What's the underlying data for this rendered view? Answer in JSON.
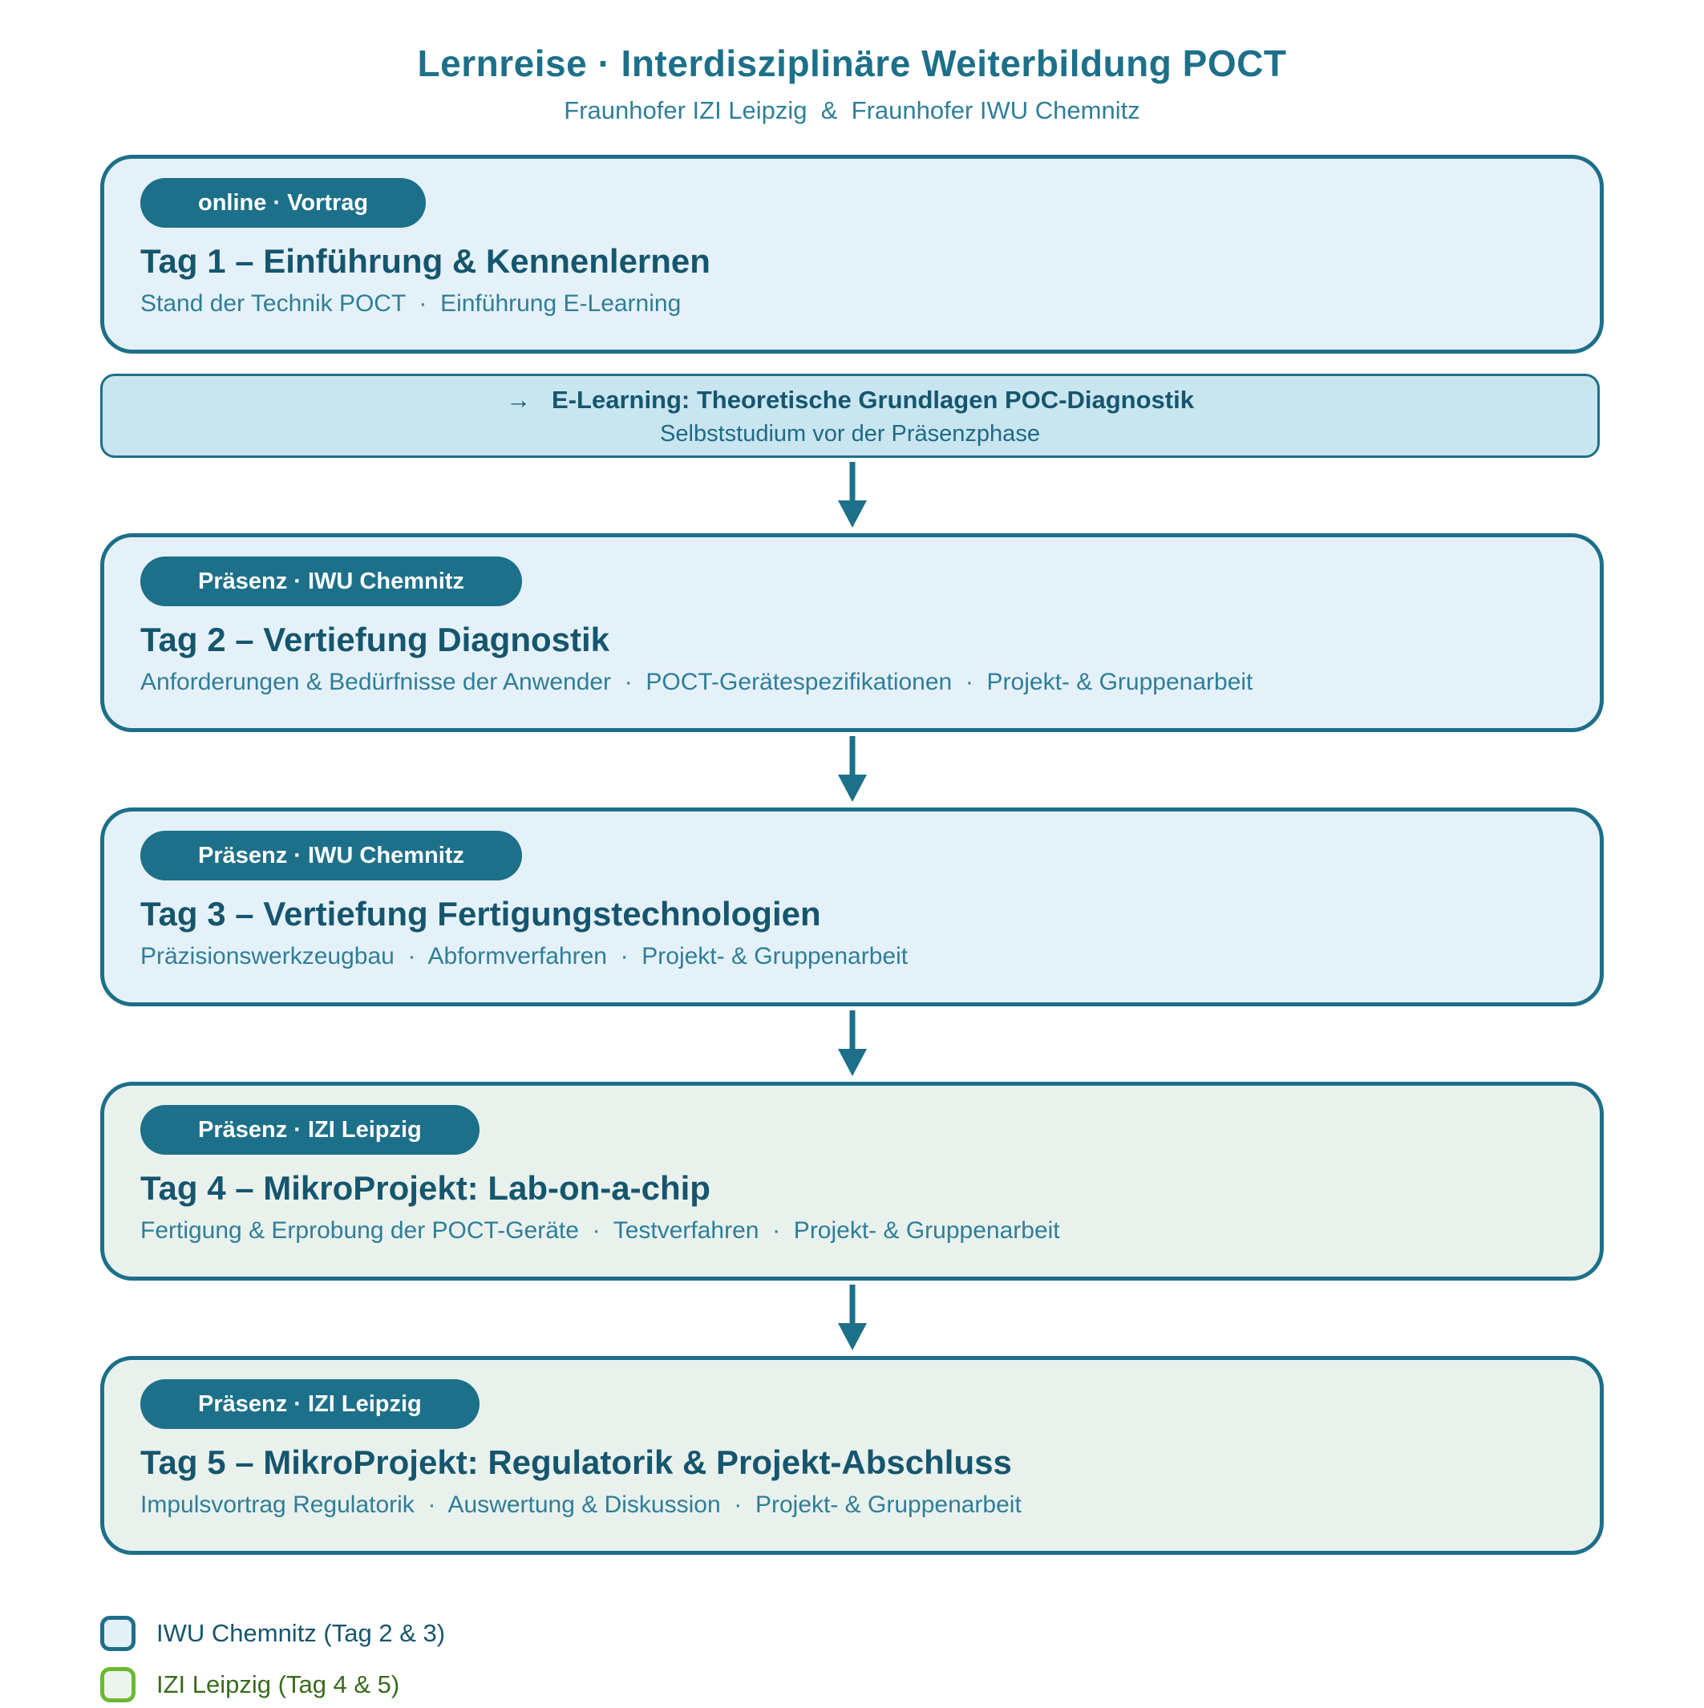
{
  "header": {
    "title": "Lernreise · Interdisziplinäre Weiterbildung POCT",
    "subtitle": "Fraunhofer IZI Leipzig  &  Fraunhofer IWU Chemnitz"
  },
  "elearning": {
    "arrow_glyph": "→",
    "title": "E-Learning: Theoretische Grundlagen POC-Diagnostik",
    "subtitle": "Selbststudium vor der Präsenzphase"
  },
  "days": [
    {
      "badge": "online · Vortrag",
      "title": "Tag 1 – Einführung & Kennenlernen",
      "topics": "Stand der Technik POCT  ·  Einführung E-Learning",
      "host": "online",
      "theme_color": "#e5f1f8"
    },
    {
      "badge": "Präsenz · IWU Chemnitz",
      "title": "Tag 2 – Vertiefung Diagnostik",
      "topics": "Anforderungen & Bedürfnisse der Anwender  ·  POCT-Gerätespezifikationen  ·  Projekt- & Gruppenarbeit",
      "host": "IWU Chemnitz",
      "theme_color": "#e5f1f8"
    },
    {
      "badge": "Präsenz · IWU Chemnitz",
      "title": "Tag 3 – Vertiefung Fertigungstechnologien",
      "topics": "Präzisionswerkzeugbau  ·  Abformverfahren  ·  Projekt- & Gruppenarbeit",
      "host": "IWU Chemnitz",
      "theme_color": "#e5f1f8"
    },
    {
      "badge": "Präsenz · IZI Leipzig",
      "title": "Tag 4 – MikroProjekt: Lab-on-a-chip",
      "topics": "Fertigung & Erprobung der POCT-Geräte  ·  Testverfahren  ·  Projekt- & Gruppenarbeit",
      "host": "IZI Leipzig",
      "theme_color": "#e9f1ec"
    },
    {
      "badge": "Präsenz · IZI Leipzig",
      "title": "Tag 5 – MikroProjekt: Regulatorik & Projekt-Abschluss",
      "topics": "Impulsvortrag Regulatorik  ·  Auswertung & Diskussion  ·  Projekt- & Gruppenarbeit",
      "host": "IZI Leipzig",
      "theme_color": "#e9f1ec"
    }
  ],
  "legend": [
    {
      "label": "IWU Chemnitz (Tag 2 & 3)",
      "fill": "#e3f0f8",
      "border": "#1d6f89",
      "text_color": "#17566d"
    },
    {
      "label": "IZI Leipzig (Tag 4 & 5)",
      "fill": "#edf4ed",
      "border": "#6cb82f",
      "text_color": "#3a6b1d"
    }
  ],
  "colors": {
    "accent_teal": "#1d7089",
    "card_border": "#1d6f89",
    "card_title": "#15566e",
    "card_topics": "#2e7e99",
    "banner_fill": "#c8e5f0",
    "blue_card_fill": "#e5f1f8",
    "green_card_fill": "#e9f1ec",
    "legend_green": "#6cb82f"
  }
}
